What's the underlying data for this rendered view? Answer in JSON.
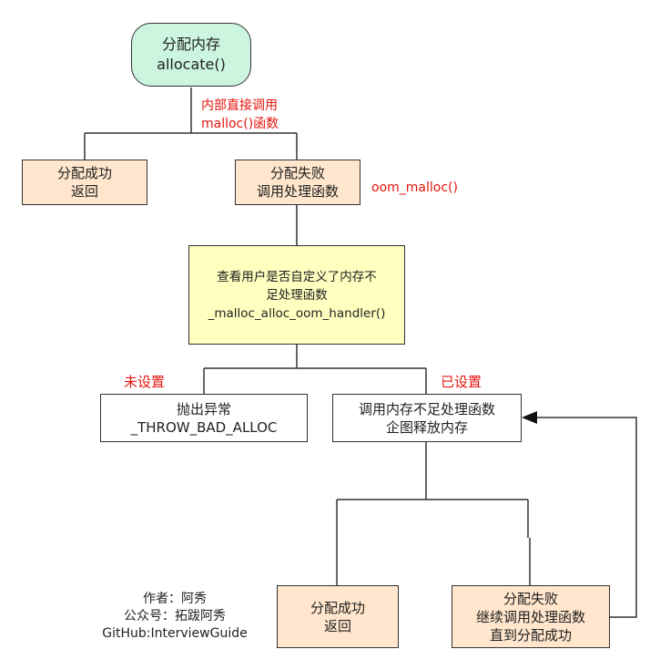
{
  "nodes": {
    "allocate": {
      "line1": "分配内存",
      "line2": "allocate()"
    },
    "success1": {
      "line1": "分配成功",
      "line2": "返回"
    },
    "fail1": {
      "line1": "分配失败",
      "line2": "调用处理函数"
    },
    "check": {
      "line1": "查看用户是否自定义了内存不",
      "line2": "足处理函数",
      "line3": "_malloc_alloc_oom_handler()"
    },
    "throw": {
      "line1": "抛出异常",
      "line2": "_THROW_BAD_ALLOC"
    },
    "call_handler": {
      "line1": "调用内存不足处理函数",
      "line2": "企图释放内存"
    },
    "success2": {
      "line1": "分配成功",
      "line2": "返回"
    },
    "fail2": {
      "line1": "分配失败",
      "line2": "继续调用处理函数",
      "line3": "直到分配成功"
    }
  },
  "labels": {
    "malloc_line1": "内部直接调用",
    "malloc_line2": "malloc()函数",
    "oom_malloc": "oom_malloc()",
    "not_set": "未设置",
    "set": "已设置"
  },
  "credit": {
    "author": "作者：阿秀",
    "wechat": "公众号：拓跋阿秀",
    "github": "GitHub:InterviewGuide"
  },
  "colors": {
    "peach": "#ffe6cc",
    "mint": "#ccf5e0",
    "yellow": "#ffffc0",
    "label_red": "#e5140d",
    "stroke": "#333333"
  }
}
